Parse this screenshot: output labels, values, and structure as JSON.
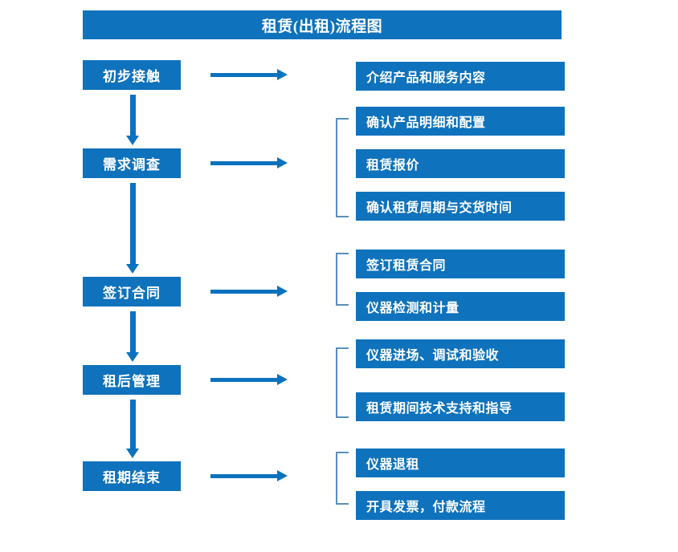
{
  "title": "租赁(出租)流程图",
  "colors": {
    "box_blue": "#0F72BC",
    "arrow_blue": "#0B72BE",
    "bracket_gray_blue": "#5B8DB8",
    "text_white": "#FFFFFF",
    "background": "#FFFFFF"
  },
  "stages": [
    {
      "label": "初步接触"
    },
    {
      "label": "需求调查"
    },
    {
      "label": "签订合同"
    },
    {
      "label": "租后管理"
    },
    {
      "label": "租期结束"
    }
  ],
  "details": [
    {
      "label": "介绍产品和服务内容"
    },
    {
      "label": "确认产品明细和配置"
    },
    {
      "label": "租赁报价"
    },
    {
      "label": "确认租赁周期与交货时间"
    },
    {
      "label": "签订租赁合同"
    },
    {
      "label": "仪器检测和计量"
    },
    {
      "label": "仪器进场、调试和验收"
    },
    {
      "label": "租赁期间技术支持和指导"
    },
    {
      "label": "仪器退租"
    },
    {
      "label": "开具发票，付款流程"
    }
  ]
}
